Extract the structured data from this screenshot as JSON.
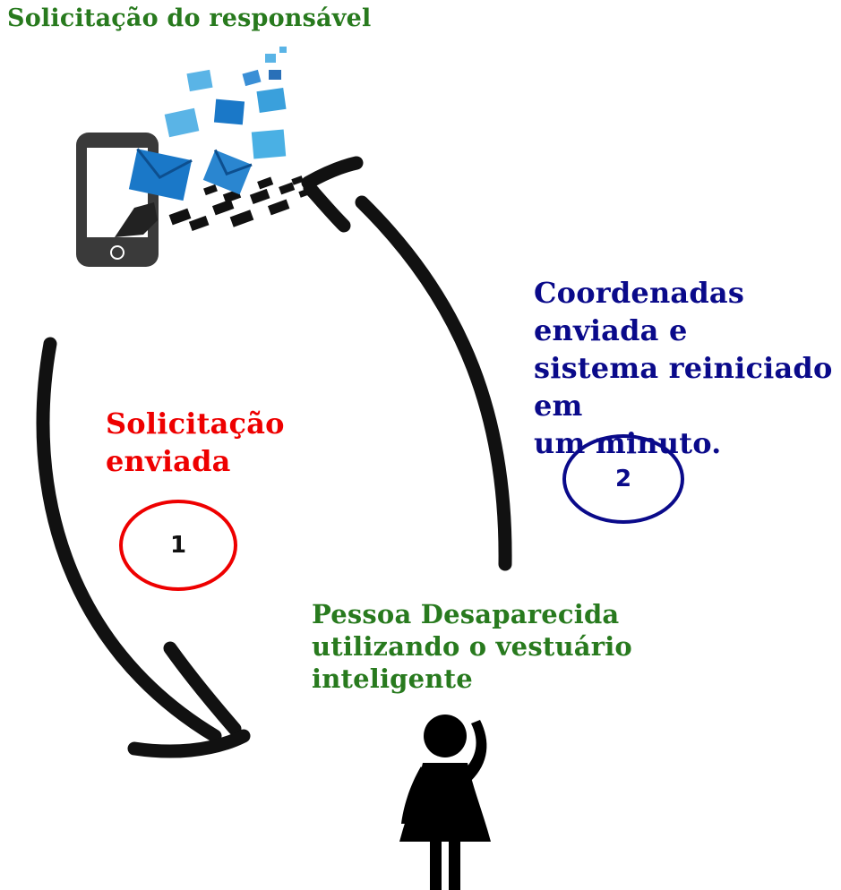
{
  "colors": {
    "green": "#287a1e",
    "red": "#ee0000",
    "navy": "#0a0a8a",
    "black": "#111111",
    "phone": "#3a3a3a",
    "envelope_blue": "#1a78c8"
  },
  "labels": {
    "top": "Solicitação do responsável",
    "coordinates": "Coordenadas enviada e\nsistema reiniciado em\num minuto.",
    "request_sent": "Solicitação\nenviada",
    "person": "Pessoa Desaparecida\nutilizando o vestuário\ninteligente"
  },
  "steps": {
    "one": "1",
    "two": "2"
  },
  "icons": {
    "phone": "smartphone-icon",
    "envelopes": "envelope-icon",
    "person": "person-icon",
    "arrows": "cycle-arrow-icon"
  }
}
